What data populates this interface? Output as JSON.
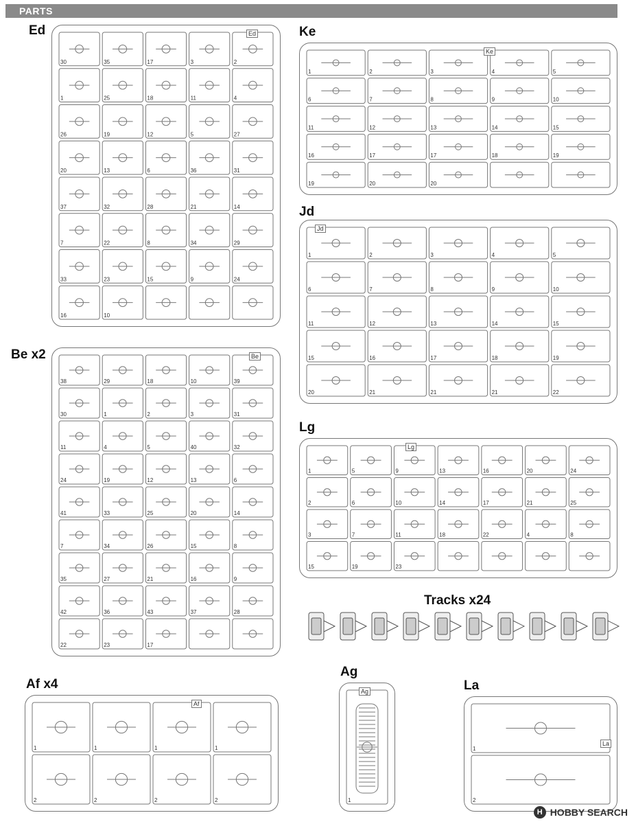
{
  "header": {
    "title": "PARTS"
  },
  "sections": {
    "ed": {
      "title": "Ed",
      "tag": "Ed",
      "nums": [
        "30",
        "35",
        "17",
        "3",
        "2",
        "1",
        "25",
        "18",
        "11",
        "4",
        "26",
        "19",
        "12",
        "5",
        "27",
        "20",
        "13",
        "6",
        "36",
        "31",
        "37",
        "32",
        "28",
        "21",
        "14",
        "7",
        "22",
        "8",
        "34",
        "29",
        "33",
        "23",
        "15",
        "9",
        "24",
        "16",
        "10"
      ]
    },
    "ke": {
      "title": "Ke",
      "tag": "Ke",
      "nums": [
        "1",
        "2",
        "3",
        "4",
        "5",
        "6",
        "7",
        "8",
        "9",
        "10",
        "11",
        "12",
        "13",
        "14",
        "15",
        "16",
        "17",
        "17",
        "18",
        "19",
        "19",
        "20",
        "20"
      ]
    },
    "jd": {
      "title": "Jd",
      "tag": "Jd",
      "nums": [
        "1",
        "2",
        "3",
        "4",
        "5",
        "6",
        "7",
        "8",
        "9",
        "10",
        "11",
        "12",
        "13",
        "14",
        "15",
        "15",
        "16",
        "17",
        "18",
        "19",
        "20",
        "21",
        "21",
        "21",
        "22"
      ]
    },
    "be": {
      "title": "Be x2",
      "tag": "Be",
      "nums": [
        "38",
        "29",
        "18",
        "10",
        "39",
        "30",
        "1",
        "2",
        "3",
        "31",
        "11",
        "4",
        "5",
        "40",
        "32",
        "24",
        "19",
        "12",
        "13",
        "6",
        "41",
        "33",
        "25",
        "20",
        "14",
        "7",
        "34",
        "26",
        "15",
        "8",
        "35",
        "27",
        "21",
        "16",
        "9",
        "42",
        "36",
        "43",
        "37",
        "28",
        "22",
        "23",
        "17"
      ]
    },
    "lg": {
      "title": "Lg",
      "tag": "Lg",
      "nums": [
        "1",
        "5",
        "9",
        "13",
        "16",
        "20",
        "24",
        "2",
        "6",
        "10",
        "14",
        "17",
        "21",
        "25",
        "3",
        "7",
        "11",
        "18",
        "22",
        "4",
        "8",
        "15",
        "19",
        "23"
      ]
    },
    "tracks": {
      "title": "Tracks x24"
    },
    "af": {
      "title": "Af x4",
      "tag": "Af",
      "nums": [
        "1",
        "1",
        "1",
        "1",
        "2",
        "2",
        "2",
        "2"
      ]
    },
    "ag": {
      "title": "Ag",
      "tag": "Ag",
      "nums": [
        "1"
      ]
    },
    "la": {
      "title": "La",
      "tag": "La",
      "nums": [
        "1",
        "2"
      ]
    }
  },
  "watermark": {
    "icon": "H",
    "text": "HOBBY SEARCH"
  }
}
